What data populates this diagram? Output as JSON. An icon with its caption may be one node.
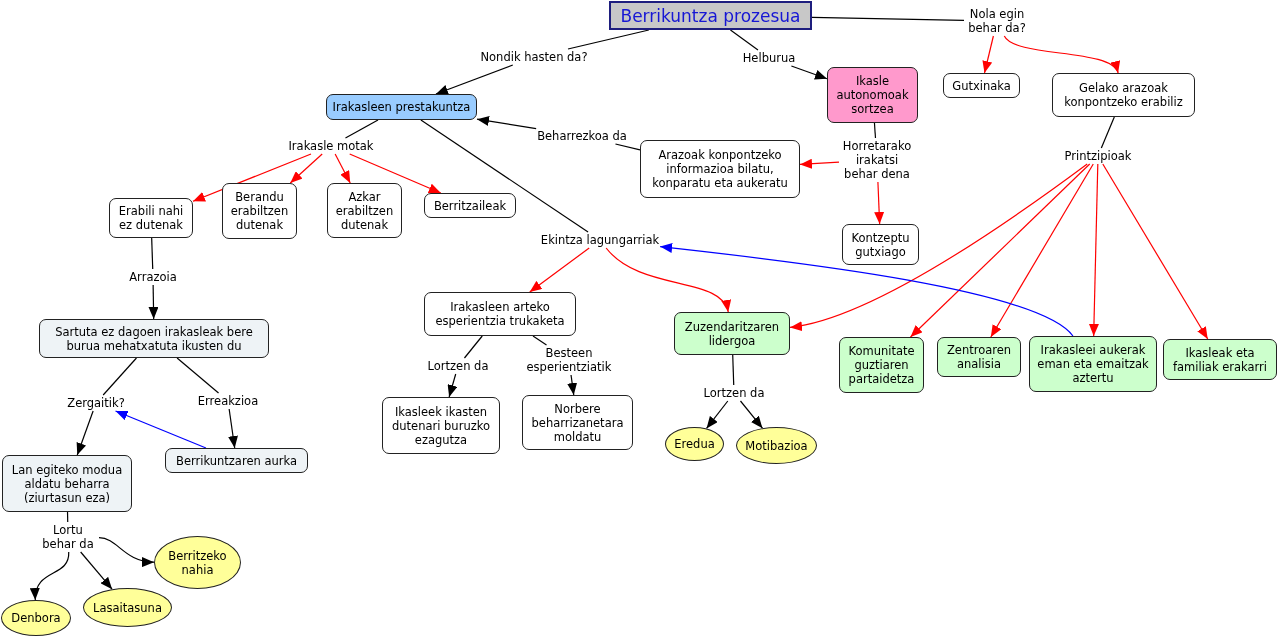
{
  "diagram": {
    "nodes": [
      {
        "text": [
          "Berrikuntza prozesua"
        ]
      },
      {
        "text": [
          "Nondik hasten da?"
        ]
      },
      {
        "text": [
          "Irakasleen prestakuntza"
        ]
      },
      {
        "text": [
          "Helburua"
        ]
      },
      {
        "text": [
          "Ikasle autonomoak sortzea"
        ]
      },
      {
        "text": [
          "Nola egin behar da?"
        ]
      },
      {
        "text": [
          "Gutxinaka"
        ]
      },
      {
        "text": [
          "Gelako arazoak konpontzeko erabiliz"
        ]
      },
      {
        "text": [
          "Irakasle motak"
        ]
      },
      {
        "text": [
          "Erabili nahi ez dutenak"
        ]
      },
      {
        "text": [
          "Berandu erabiltzen dutenak"
        ]
      },
      {
        "text": [
          "Azkar erabiltzen dutenak"
        ]
      },
      {
        "text": [
          "Berritzaileak"
        ]
      },
      {
        "text": [
          "Beharrezkoa da"
        ]
      },
      {
        "text": [
          "Arazoak konpontzeko informazioa bilatu, konparatu eta aukeratu"
        ]
      },
      {
        "text": [
          "Horretarako irakatsi behar dena"
        ]
      },
      {
        "text": [
          "Kontzeptu gutxiago"
        ]
      },
      {
        "text": [
          "Printzipioak"
        ]
      },
      {
        "text": [
          "Ekintza lagungarriak"
        ]
      },
      {
        "text": [
          "Arrazoia"
        ]
      },
      {
        "text": [
          "Sartuta ez dagoen irakasleak bere burua mehatxatuta ikusten du"
        ]
      },
      {
        "text": [
          "Zergaitik?"
        ]
      },
      {
        "text": [
          "Erreakzioa"
        ]
      },
      {
        "text": [
          "Berrikuntzaren aurka"
        ]
      },
      {
        "text": [
          "Lan egiteko modua aldatu beharra (ziurtasun eza)"
        ]
      },
      {
        "text": [
          "Lortu behar da"
        ]
      },
      {
        "text": [
          "Berritzeko nahia"
        ]
      },
      {
        "text": [
          "Denbora"
        ]
      },
      {
        "text": [
          "Lasaitasuna"
        ]
      },
      {
        "text": [
          "Irakasleen arteko esperientzia trukaketa"
        ]
      },
      {
        "text": [
          "Lortzen da"
        ]
      },
      {
        "text": [
          "Besteen esperientziatik"
        ]
      },
      {
        "text": [
          "Ikasleek ikasten dutenari buruzko ezagutza"
        ]
      },
      {
        "text": [
          "Norbere beharrizanetara moldatu"
        ]
      },
      {
        "text": [
          "Zuzendaritzaren lidergoa"
        ]
      },
      {
        "text": [
          "Lortzen da"
        ]
      },
      {
        "text": [
          "Eredua"
        ]
      },
      {
        "text": [
          "Motibazioa"
        ]
      },
      {
        "text": [
          "Komunitate guztiaren partaidetza"
        ]
      },
      {
        "text": [
          "Zentroaren analisia"
        ]
      },
      {
        "text": [
          "Irakasleei aukerak eman eta emaitzak aztertu"
        ]
      },
      {
        "text": [
          "Ikasleak eta familiak erakarri"
        ]
      }
    ],
    "edges": [
      {
        "from": 0,
        "to": 1,
        "arrow": "none"
      },
      {
        "from": 1,
        "to": 2,
        "arrow": "to"
      },
      {
        "from": 0,
        "to": 3,
        "arrow": "none"
      },
      {
        "from": 3,
        "to": 4,
        "arrow": "to"
      },
      {
        "from": 0,
        "to": 5,
        "arrow": "none"
      },
      {
        "from": 5,
        "to": 6,
        "arrow": "to",
        "color": "#ff0000"
      },
      {
        "from": 5,
        "to": 7,
        "arrow": "to",
        "color": "#ff0000"
      },
      {
        "from": 2,
        "to": 8,
        "arrow": "none"
      },
      {
        "from": 8,
        "to": 9,
        "arrow": "to",
        "color": "#ff0000"
      },
      {
        "from": 8,
        "to": 10,
        "arrow": "to",
        "color": "#ff0000"
      },
      {
        "from": 8,
        "to": 11,
        "arrow": "to",
        "color": "#ff0000"
      },
      {
        "from": 8,
        "to": 12,
        "arrow": "to",
        "color": "#ff0000"
      },
      {
        "from": 2,
        "to": 18,
        "arrow": "none"
      },
      {
        "from": 14,
        "to": 13,
        "arrow": "none"
      },
      {
        "from": 13,
        "to": 2,
        "arrow": "to"
      },
      {
        "from": 4,
        "to": 15,
        "arrow": "none"
      },
      {
        "from": 15,
        "to": 14,
        "arrow": "to",
        "color": "#ff0000"
      },
      {
        "from": 15,
        "to": 16,
        "arrow": "to",
        "color": "#ff0000"
      },
      {
        "from": 7,
        "to": 17,
        "arrow": "none"
      },
      {
        "from": 17,
        "to": 34,
        "arrow": "to",
        "color": "#ff0000"
      },
      {
        "from": 17,
        "to": 38,
        "arrow": "to",
        "color": "#ff0000"
      },
      {
        "from": 17,
        "to": 39,
        "arrow": "to",
        "color": "#ff0000"
      },
      {
        "from": 17,
        "to": 40,
        "arrow": "to",
        "color": "#ff0000"
      },
      {
        "from": 17,
        "to": 41,
        "arrow": "to",
        "color": "#ff0000"
      },
      {
        "from": 40,
        "to": 18,
        "arrow": "to",
        "color": "#0000ff"
      },
      {
        "from": 18,
        "to": 29,
        "arrow": "to",
        "color": "#ff0000"
      },
      {
        "from": 18,
        "to": 34,
        "arrow": "to",
        "color": "#ff0000"
      },
      {
        "from": 9,
        "to": 19,
        "arrow": "none"
      },
      {
        "from": 19,
        "to": 20,
        "arrow": "to"
      },
      {
        "from": 20,
        "to": 21,
        "arrow": "none"
      },
      {
        "from": 21,
        "to": 24,
        "arrow": "to"
      },
      {
        "from": 20,
        "to": 22,
        "arrow": "none"
      },
      {
        "from": 22,
        "to": 23,
        "arrow": "to"
      },
      {
        "from": 23,
        "to": 21,
        "arrow": "to",
        "color": "#0000ff"
      },
      {
        "from": 24,
        "to": 25,
        "arrow": "none"
      },
      {
        "from": 25,
        "to": 27,
        "arrow": "to"
      },
      {
        "from": 25,
        "to": 28,
        "arrow": "to"
      },
      {
        "from": 25,
        "to": 26,
        "arrow": "to"
      },
      {
        "from": 29,
        "to": 30,
        "arrow": "none"
      },
      {
        "from": 30,
        "to": 32,
        "arrow": "to"
      },
      {
        "from": 29,
        "to": 31,
        "arrow": "none"
      },
      {
        "from": 31,
        "to": 33,
        "arrow": "to"
      },
      {
        "from": 34,
        "to": 35,
        "arrow": "none"
      },
      {
        "from": 35,
        "to": 36,
        "arrow": "to"
      },
      {
        "from": 35,
        "to": 37,
        "arrow": "to"
      }
    ]
  }
}
